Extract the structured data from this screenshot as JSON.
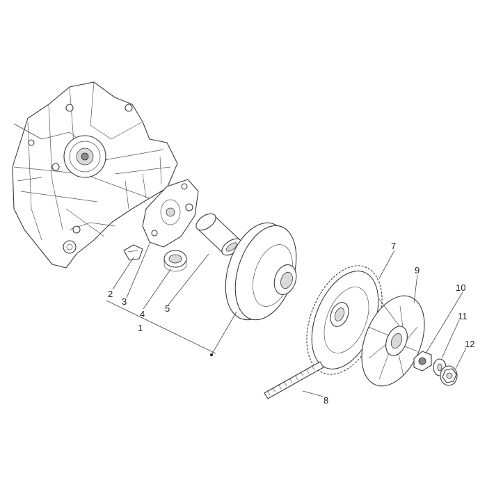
{
  "callouts": [
    {
      "id": "p1",
      "label": "1"
    },
    {
      "id": "p2",
      "label": "2"
    },
    {
      "id": "p3",
      "label": "3"
    },
    {
      "id": "p4",
      "label": "4"
    },
    {
      "id": "p5",
      "label": "5"
    },
    {
      "id": "p7",
      "label": "7"
    },
    {
      "id": "p8",
      "label": "8"
    },
    {
      "id": "p9",
      "label": "9"
    },
    {
      "id": "p10",
      "label": "10"
    },
    {
      "id": "p11",
      "label": "11"
    },
    {
      "id": "p12",
      "label": "12"
    }
  ]
}
